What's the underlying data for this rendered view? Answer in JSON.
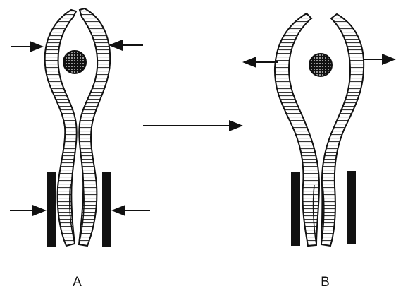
{
  "figure": {
    "ink_color": "#111111",
    "background_color": "#ffffff",
    "panels": [
      {
        "label": "A",
        "state": "closed",
        "force_arrows": "inward",
        "blocks_shown": true,
        "blocks_arrows": "inward"
      },
      {
        "label": "B",
        "state": "open",
        "force_arrows": "outward",
        "blocks_shown": true,
        "blocks_arrows": "none"
      }
    ],
    "transition_arrow": "A-to-B"
  }
}
